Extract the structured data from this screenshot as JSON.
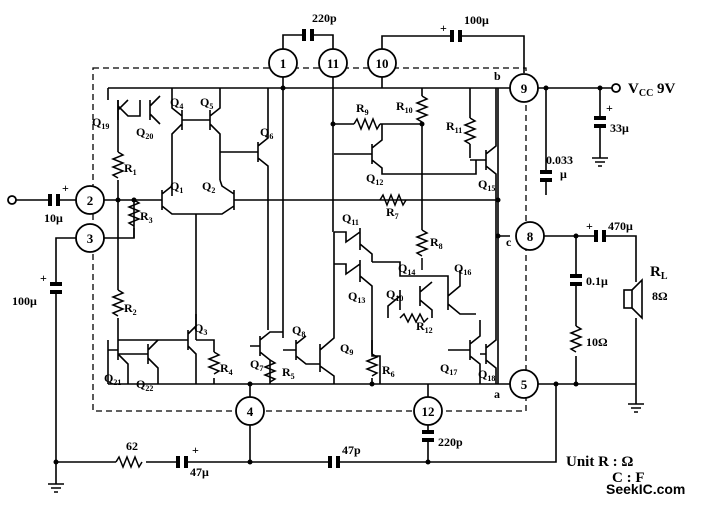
{
  "supply": {
    "label": "V",
    "sub": "CC",
    "value": "9V"
  },
  "pins": [
    "1",
    "11",
    "10",
    "9",
    "2",
    "3",
    "8",
    "5",
    "4",
    "12"
  ],
  "node_letters": {
    "b": "b",
    "c": "c",
    "a": "a"
  },
  "capacitors": {
    "c_1_11": "220p",
    "c_10_9": "100μ",
    "c_vcc": "33μ",
    "c_0033": "0.033",
    "c_0033_unit": "μ",
    "c_in": "10μ",
    "c_3": "100μ",
    "c_out": "470μ",
    "c_01": "0.1μ",
    "c_12": "220p",
    "c_fb": "47μ",
    "c_47p": "47p"
  },
  "resistors": {
    "r10_ohm": "10Ω",
    "r62": "62",
    "rl": "R",
    "rl_sub": "L",
    "rl_value": "8Ω"
  },
  "labels": {
    "Q19": "Q",
    "Q19s": "19",
    "Q20": "Q",
    "Q20s": "20",
    "Q4": "Q",
    "Q4s": "4",
    "Q5": "Q",
    "Q5s": "5",
    "Q6": "Q",
    "Q6s": "6",
    "Q1": "Q",
    "Q1s": "1",
    "Q2": "Q",
    "Q2s": "2",
    "R1": "R",
    "R1s": "1",
    "R3": "R",
    "R3s": "3",
    "R2": "R",
    "R2s": "2",
    "Q3": "Q",
    "Q3s": "3",
    "R4": "R",
    "R4s": "4",
    "Q21": "Q",
    "Q21s": "21",
    "Q22": "Q",
    "Q22s": "22",
    "Q7": "Q",
    "Q7s": "7",
    "R5": "R",
    "R5s": "5",
    "Q8": "Q",
    "Q8s": "8",
    "Q9": "Q",
    "Q9s": "9",
    "R9": "R",
    "R9s": "9",
    "R10": "R",
    "R10s": "10",
    "R11": "R",
    "R11s": "11",
    "Q12": "Q",
    "Q12s": "12",
    "Q15": "Q",
    "Q15s": "15",
    "R7": "R",
    "R7s": "7",
    "Q11": "Q",
    "Q11s": "11",
    "R8": "R",
    "R8s": "8",
    "Q13": "Q",
    "Q13s": "13",
    "Q14": "Q",
    "Q14s": "14",
    "Q10": "Q",
    "Q10s": "10",
    "Q16": "Q",
    "Q16s": "16",
    "R12": "R",
    "R12s": "12",
    "R6": "R",
    "R6s": "6",
    "Q17": "Q",
    "Q17s": "17",
    "Q18": "Q",
    "Q18s": "18"
  },
  "units": {
    "line1": "Unit  R : Ω",
    "line2": "C : F"
  },
  "watermark": "SeekIC.com"
}
